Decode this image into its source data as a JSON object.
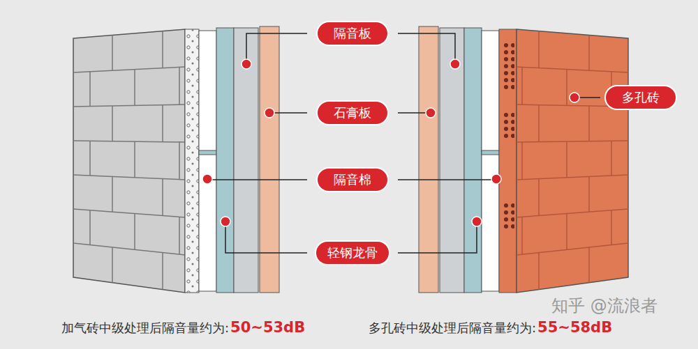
{
  "diagram": {
    "nodes": [
      {
        "text": [
          "隔音板"
        ]
      },
      {
        "text": [
          "石膏板"
        ]
      },
      {
        "text": [
          "隔音棉"
        ]
      },
      {
        "text": [
          "轻钢龙骨"
        ]
      },
      {
        "text": [
          "多孔砖"
        ]
      }
    ],
    "labels": [
      "加气砖中级处理后隔音量约为:",
      "50~53dB",
      "多孔砖中级处理后隔音量约为:",
      "55~58dB",
      "知乎 @流浪者"
    ]
  }
}
